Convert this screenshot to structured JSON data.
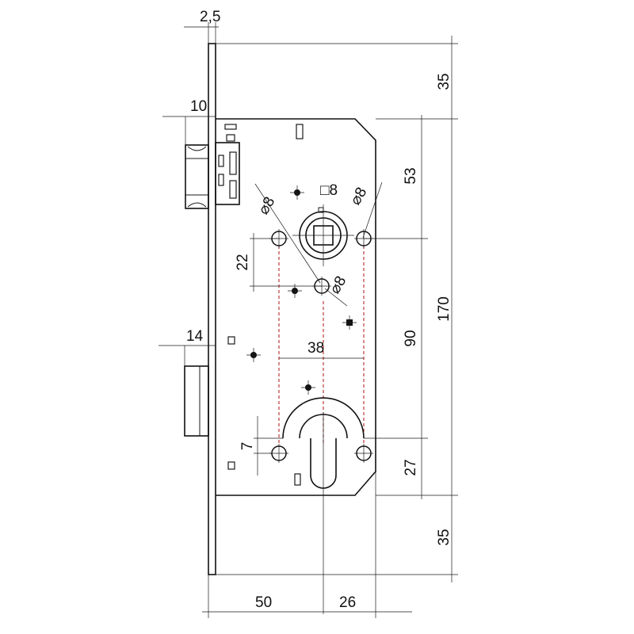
{
  "drawing": {
    "dimensions": {
      "faceplate_thickness": "2,5",
      "latch_projection": "10",
      "bolt_projection": "14",
      "top_offset": "35",
      "bottom_offset": "35",
      "upper_segment": "53",
      "center_distance": "90",
      "total_height": "170",
      "lower_segment": "27",
      "follower_to_hole": "22",
      "cylinder_offset": "7",
      "screw_spacing": "38",
      "backset": "50",
      "rear_depth": "26"
    },
    "hole_labels": {
      "square_follower": "□8",
      "left_hole_dia": "⌀8",
      "right_hole_dia": "⌀8",
      "center_hole_dia": "⌀8"
    }
  }
}
